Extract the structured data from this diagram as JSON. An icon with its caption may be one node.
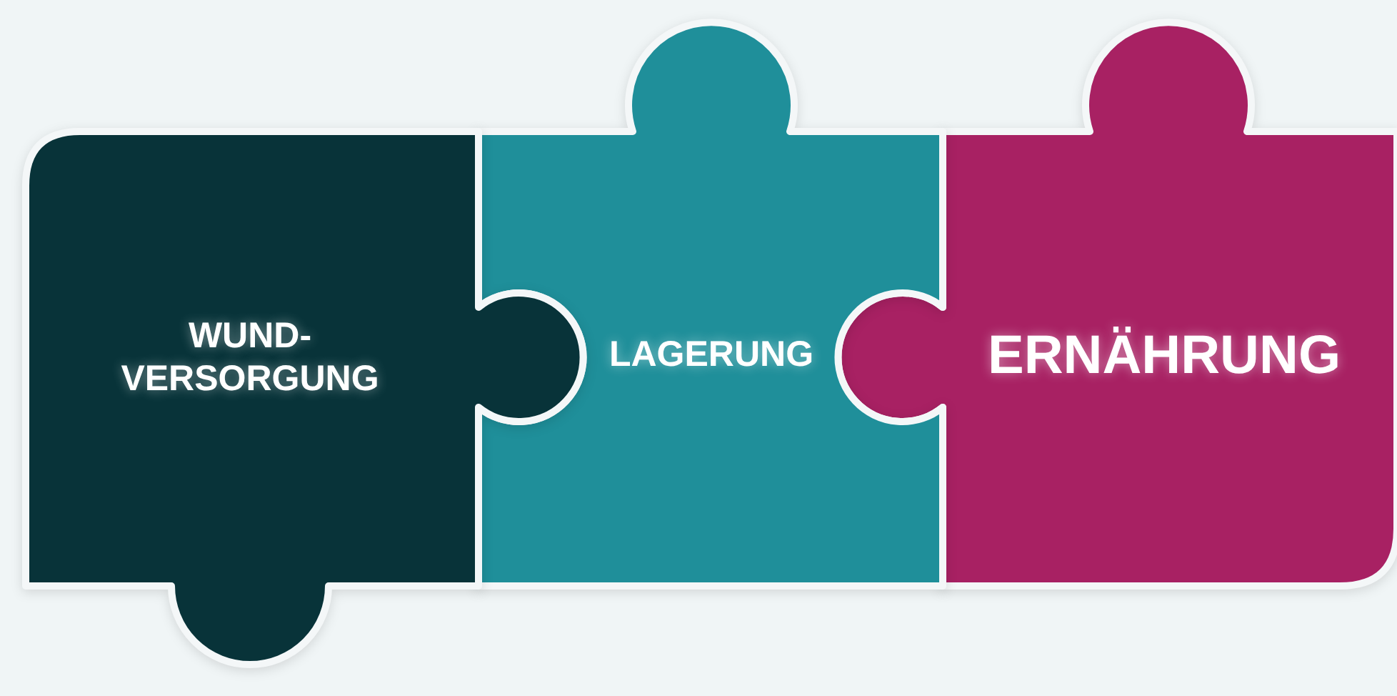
{
  "diagram": {
    "nodes": [
      {
        "text": [
          "WUND- VERSORGUNG"
        ]
      },
      {
        "text": [
          "LAGERUNG"
        ]
      },
      {
        "text": [
          "ERNÄHRUNG"
        ]
      }
    ]
  }
}
